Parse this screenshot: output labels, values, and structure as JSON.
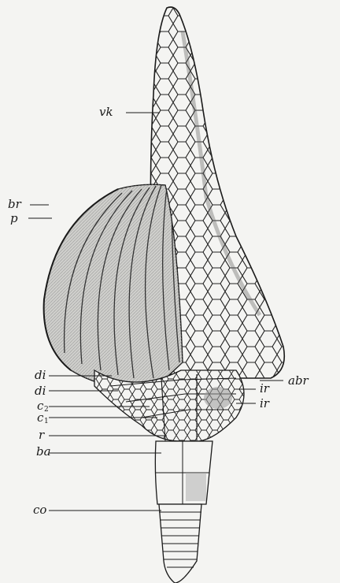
{
  "figure": {
    "labels": {
      "vk": "vk",
      "br": "br",
      "p": "p",
      "abr": "abr",
      "di_upper": "di",
      "di_lower": "di",
      "c2": "c",
      "c2_sub": "2",
      "c1": "c",
      "c1_sub": "1",
      "r": "r",
      "ba": "ba",
      "co": "co",
      "ir_upper": "ir",
      "ir_lower": "ir"
    },
    "colors": {
      "ink": "#1a1a1a",
      "shading": "#8c8c8c",
      "paper": "#f4f4f2"
    }
  }
}
